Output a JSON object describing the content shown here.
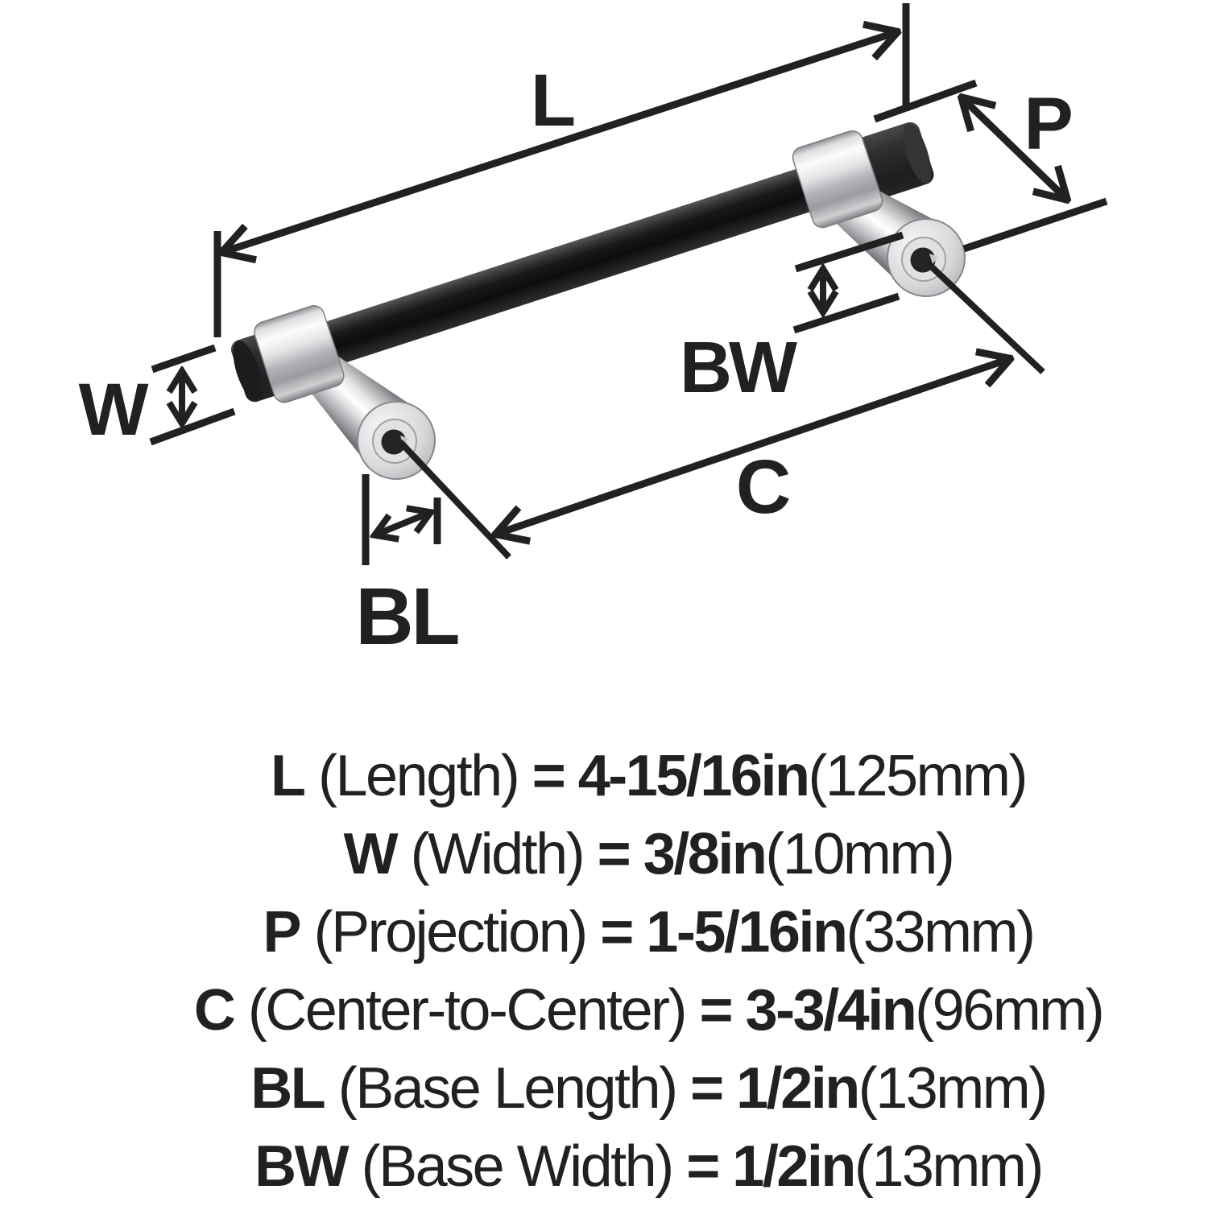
{
  "diagram": {
    "labels": {
      "L": "L",
      "W": "W",
      "P": "P",
      "C": "C",
      "BL": "BL",
      "BW": "BW"
    }
  },
  "specs": [
    {
      "code": "L",
      "desc": "(Length)",
      "eq": "=",
      "value": "4-15/16in",
      "metric": "(125mm)"
    },
    {
      "code": "W",
      "desc": "(Width)",
      "eq": "=",
      "value": "3/8in",
      "metric": "(10mm)"
    },
    {
      "code": "P",
      "desc": "(Projection)",
      "eq": "=",
      "value": "1-5/16in",
      "metric": "(33mm)"
    },
    {
      "code": "C",
      "desc": "(Center-to-Center)",
      "eq": "=",
      "value": "3-3/4in",
      "metric": "(96mm)"
    },
    {
      "code": "BL",
      "desc": "(Base Length)",
      "eq": "=",
      "value": "1/2in",
      "metric": "(13mm)"
    },
    {
      "code": "BW",
      "desc": "(Base Width)",
      "eq": "=",
      "value": "1/2in",
      "metric": "(13mm)"
    }
  ],
  "colors": {
    "ink": "#232022",
    "bar_black": "#141416",
    "metal_highlight": "#fbfcfd",
    "metal_mid": "#c9cacc",
    "metal_shadow": "#7b7d80"
  }
}
